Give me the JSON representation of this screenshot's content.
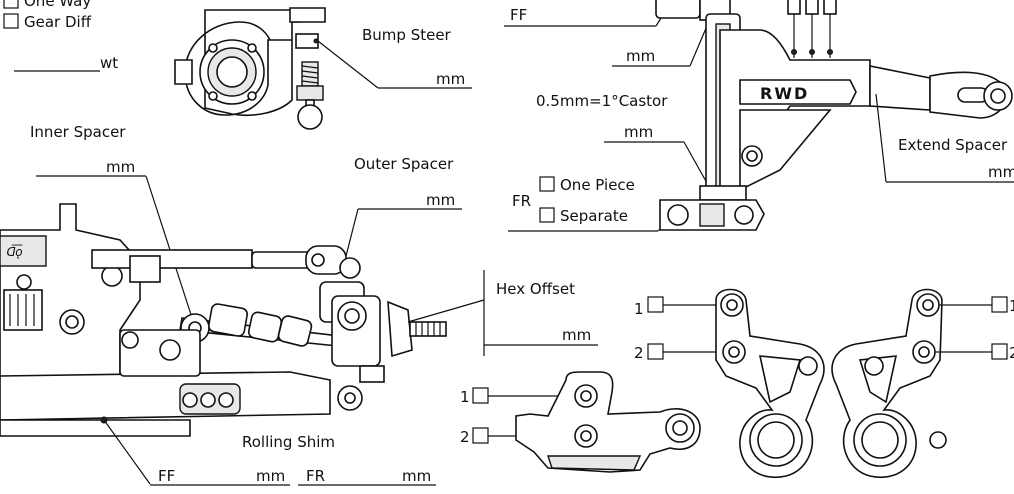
{
  "diff": {
    "option1": "One Way",
    "option2": "Gear Diff",
    "weight_unit": "wt"
  },
  "bump_steer": {
    "title": "Bump Steer",
    "unit": "mm"
  },
  "inner_spacer": {
    "title": "Inner Spacer",
    "unit": "mm"
  },
  "outer_spacer": {
    "title": "Outer Spacer",
    "unit": "mm"
  },
  "hex_offset": {
    "title": "Hex Offset",
    "unit": "mm"
  },
  "rolling_shim": {
    "title": "Rolling Shim",
    "ff": "FF",
    "ff_unit": "mm",
    "fr": "FR",
    "fr_unit": "mm"
  },
  "castor": {
    "ff": "FF",
    "ff_unit": "mm",
    "note": "0.5mm=1°Castor",
    "fr_unit": "mm",
    "fr": "FR",
    "one_piece": "One Piece",
    "separate": "Separate",
    "logo": "RWD"
  },
  "extend_spacer": {
    "title": "Extend Spacer",
    "unit": "mm"
  },
  "hub_positions": {
    "pos1": "1",
    "pos2": "2"
  }
}
